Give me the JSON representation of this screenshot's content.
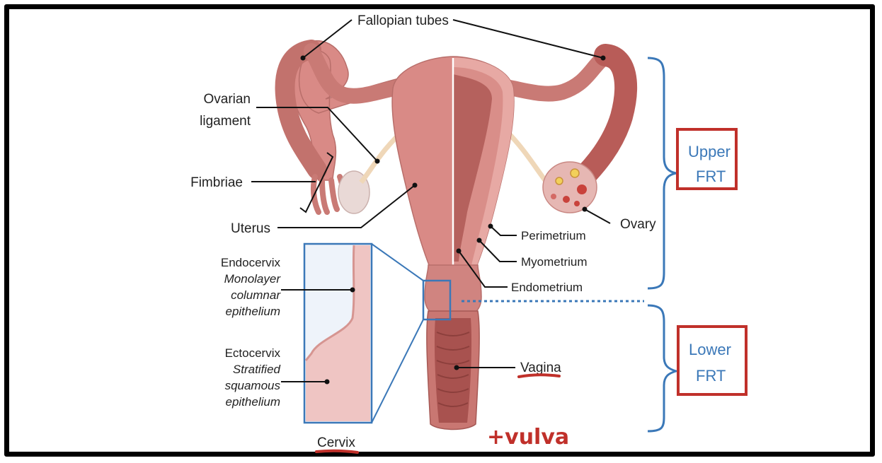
{
  "labels": {
    "fallopian_tubes": "Fallopian tubes",
    "ovarian_ligament_1": "Ovarian",
    "ovarian_ligament_2": "ligament",
    "fimbriae": "Fimbriae",
    "uterus": "Uterus",
    "ovary": "Ovary",
    "perimetrium": "Perimetrium",
    "myometrium": "Myometrium",
    "endometrium": "Endometrium",
    "vagina": "Vagina",
    "cervix": "Cervix",
    "endocervix": "Endocervix",
    "endocervix_desc_1": "Monolayer",
    "endocervix_desc_2": "columnar",
    "endocervix_desc_3": "epithelium",
    "ectocervix": "Ectocervix",
    "ectocervix_desc_1": "Stratified",
    "ectocervix_desc_2": "squamous",
    "ectocervix_desc_3": "epithelium"
  },
  "annotations": {
    "upper_frt_1": "Upper",
    "upper_frt_2": "FRT",
    "lower_frt_1": "Lower",
    "lower_frt_2": "FRT",
    "handwritten": "+vulva"
  },
  "colors": {
    "tissue": "#d98a86",
    "tissue_dark": "#b85c58",
    "accent_blue": "#3b78b8",
    "annotation_red": "#c0302a"
  }
}
